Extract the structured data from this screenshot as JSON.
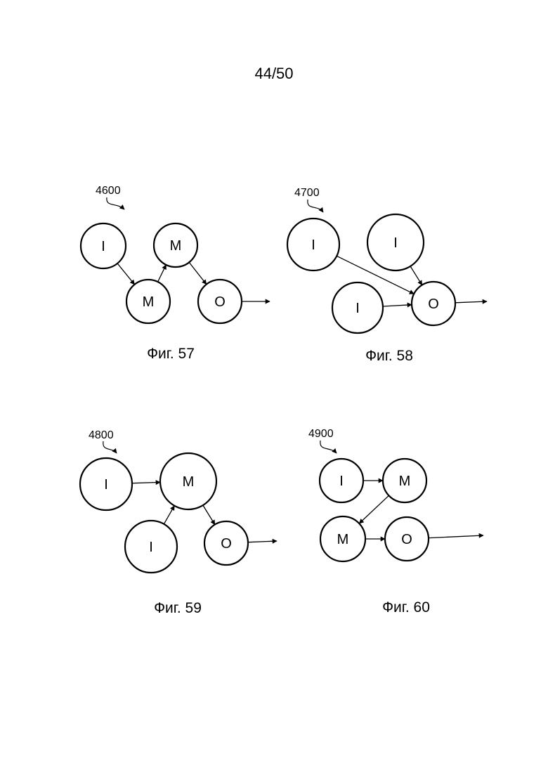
{
  "page": {
    "number": "44/50"
  },
  "figures": [
    {
      "ref": "4600",
      "caption": "Фиг. 57",
      "nodes": [
        {
          "id": "a",
          "label": "I"
        },
        {
          "id": "b",
          "label": "M"
        },
        {
          "id": "c",
          "label": "M"
        },
        {
          "id": "d",
          "label": "O"
        }
      ],
      "edges": [
        {
          "from": "a",
          "to": "b"
        },
        {
          "from": "b",
          "to": "c"
        },
        {
          "from": "c",
          "to": "d"
        },
        {
          "from": "d",
          "to": "output"
        }
      ]
    },
    {
      "ref": "4700",
      "caption": "Фиг. 58",
      "nodes": [
        {
          "id": "a",
          "label": "I"
        },
        {
          "id": "b",
          "label": "I"
        },
        {
          "id": "c",
          "label": "I"
        },
        {
          "id": "d",
          "label": "O"
        }
      ],
      "edges": [
        {
          "from": "a",
          "to": "d"
        },
        {
          "from": "b",
          "to": "d"
        },
        {
          "from": "c",
          "to": "d"
        },
        {
          "from": "d",
          "to": "output"
        }
      ]
    },
    {
      "ref": "4800",
      "caption": "Фиг. 59",
      "nodes": [
        {
          "id": "a",
          "label": "I"
        },
        {
          "id": "b",
          "label": "M"
        },
        {
          "id": "c",
          "label": "I"
        },
        {
          "id": "d",
          "label": "O"
        }
      ],
      "edges": [
        {
          "from": "a",
          "to": "b"
        },
        {
          "from": "c",
          "to": "b"
        },
        {
          "from": "b",
          "to": "d"
        },
        {
          "from": "d",
          "to": "output"
        }
      ]
    },
    {
      "ref": "4900",
      "caption": "Фиг. 60",
      "nodes": [
        {
          "id": "a",
          "label": "I"
        },
        {
          "id": "b",
          "label": "M"
        },
        {
          "id": "c",
          "label": "M"
        },
        {
          "id": "d",
          "label": "O"
        }
      ],
      "edges": [
        {
          "from": "a",
          "to": "b"
        },
        {
          "from": "b",
          "to": "c"
        },
        {
          "from": "c",
          "to": "d"
        },
        {
          "from": "d",
          "to": "output"
        }
      ]
    }
  ]
}
